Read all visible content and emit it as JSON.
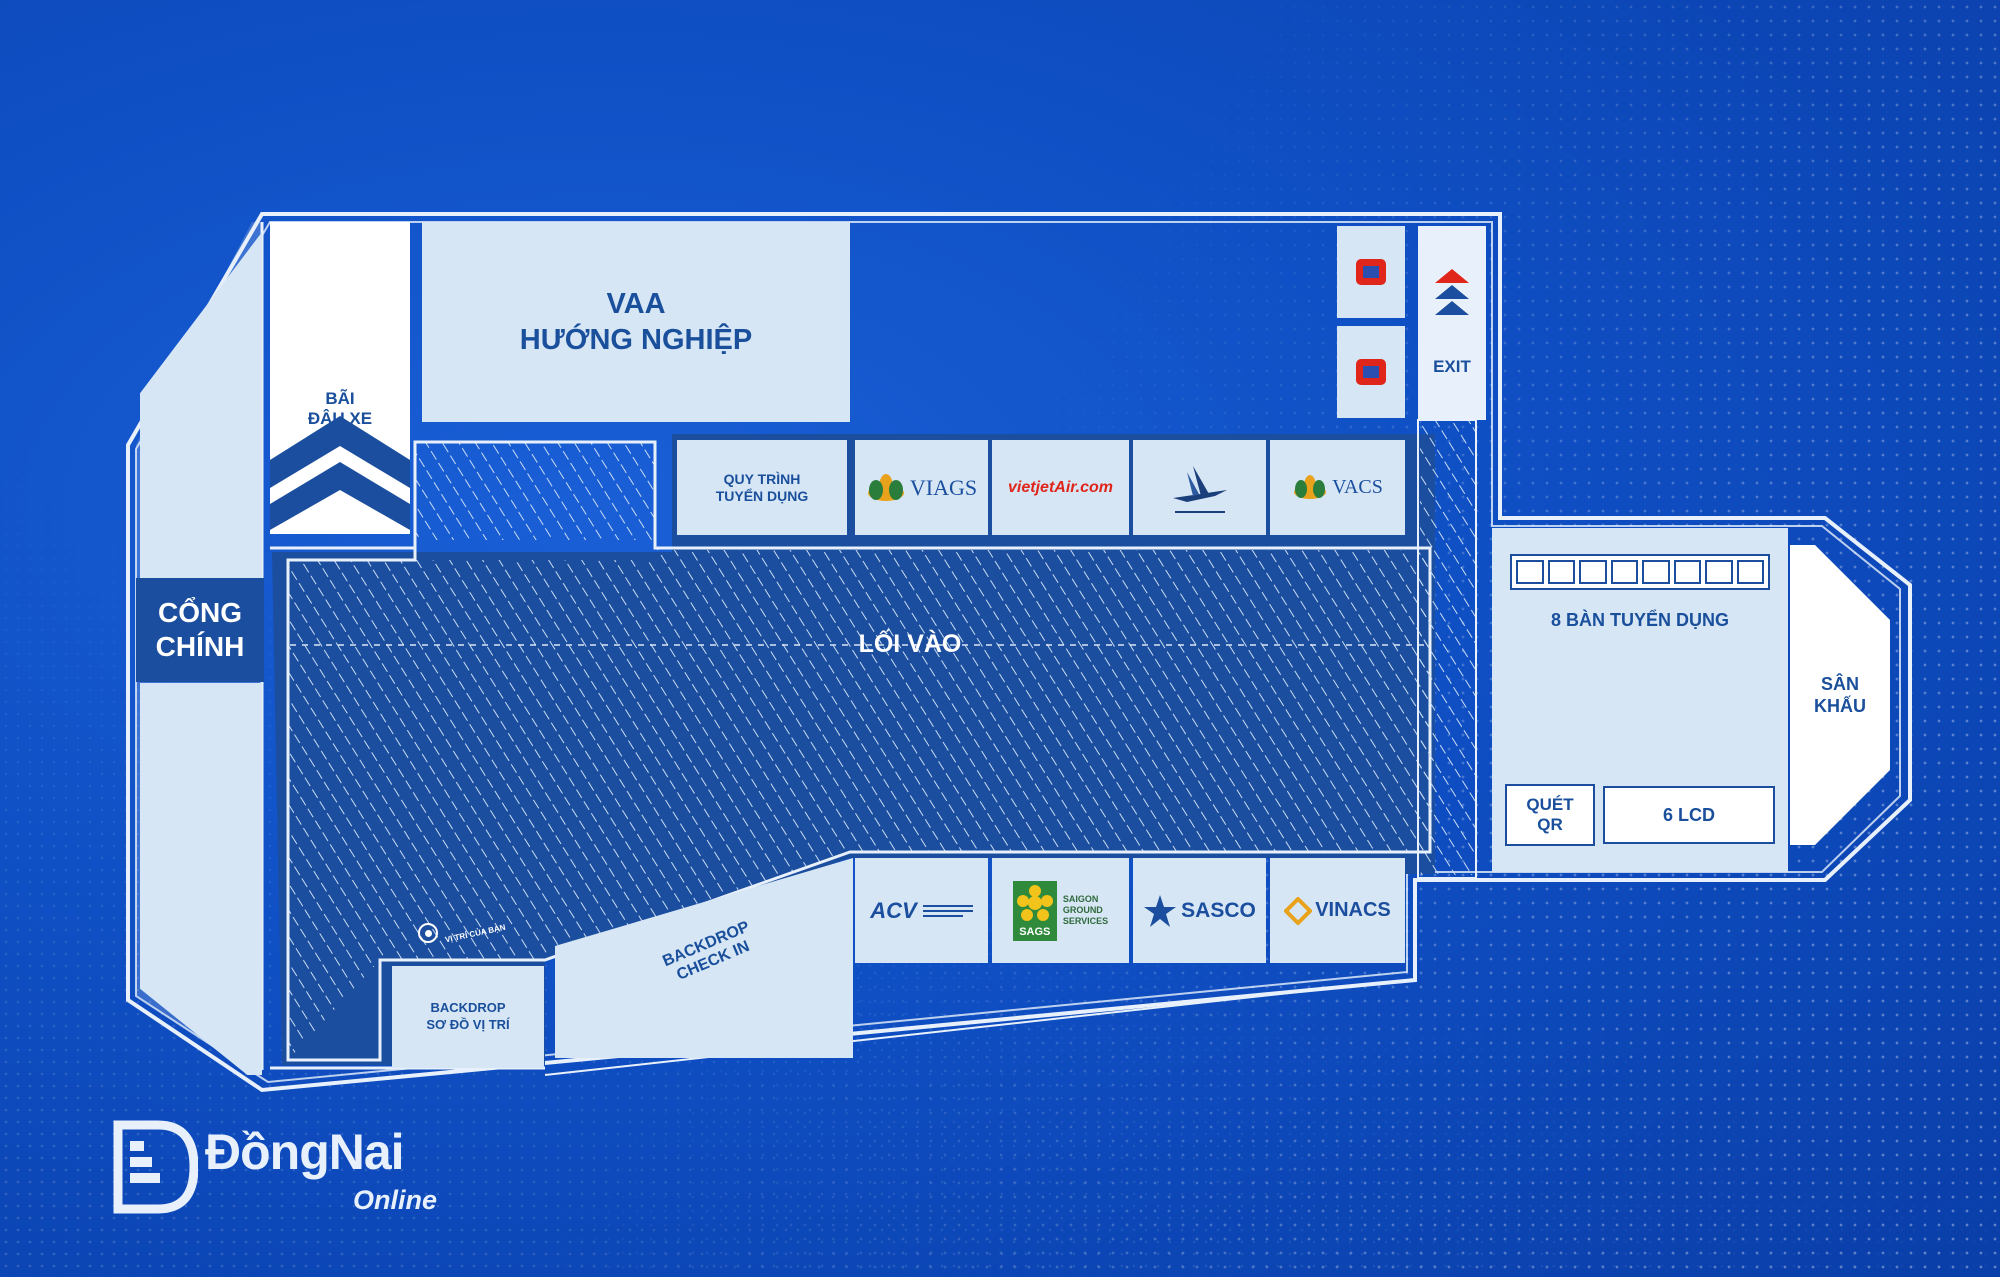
{
  "venue": {
    "main_gate": [
      "CỔNG",
      "CHÍNH"
    ],
    "parking": [
      "BÃI",
      "ĐẬU XE"
    ],
    "vaa": [
      "VAA",
      "HƯỚNG NGHIỆP"
    ],
    "process": [
      "QUY TRÌNH",
      "TUYỂN DỤNG"
    ],
    "entrance": "LỐI VÀO",
    "exit": "EXIT",
    "recruit_tables": "8 BÀN TUYỂN DỤNG",
    "stage": [
      "SÂN",
      "KHẤU"
    ],
    "qr": [
      "QUÉT",
      "QR"
    ],
    "lcd": "6 LCD",
    "backdrop_checkin": [
      "BACKDROP",
      "CHECK IN"
    ],
    "backdrop_map": [
      "BACKDROP",
      "SƠ ĐỒ VỊ TRÍ"
    ],
    "you_are_here": "VỊ TRÍ CỦA BẠN"
  },
  "booths_top": [
    "VIAGS",
    "vietjetAir.com",
    "",
    "VACS"
  ],
  "booths_bottom": [
    "ACV",
    "SAGS",
    "SASCO",
    "VINACS"
  ],
  "sags_text": [
    "SAIGON",
    "GROUND",
    "SERVICES"
  ],
  "watermark": {
    "brand": "ĐồngNai",
    "sub": "Online"
  },
  "colors": {
    "background": "#0f4fc4",
    "zone": "#d6e6f5",
    "text": "#1a4f9c",
    "outline": "#e8f1fb",
    "vietjet": "#e0261b"
  }
}
